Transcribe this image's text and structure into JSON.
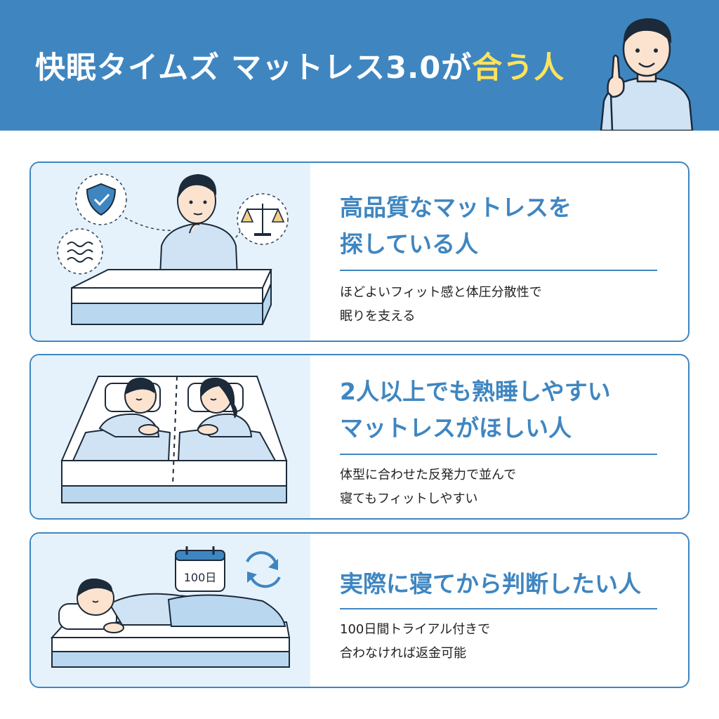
{
  "header": {
    "title_main": "快眠タイムズ マットレス3.0が",
    "title_highlight": "合う人"
  },
  "colors": {
    "header_bg": "#3f86c1",
    "highlight": "#ffe35c",
    "accent": "#3f86c1",
    "illustration_bg": "#e6f2fb"
  },
  "cards": [
    {
      "heading_lines": [
        "高品質なマットレスを",
        "探している人"
      ],
      "desc_lines": [
        "ほどよいフィット感と体圧分散性で",
        "眠りを支える"
      ],
      "icons": [
        "shield-check-icon",
        "waves-icon",
        "scales-icon"
      ]
    },
    {
      "heading_lines": [
        "2人以上でも熟睡しやすい",
        "マットレスがほしい人"
      ],
      "desc_lines": [
        "体型に合わせた反発力で並んで",
        "寝てもフィットしやすい"
      ],
      "icons": []
    },
    {
      "heading_lines": [
        "実際に寝てから判断したい人"
      ],
      "desc_lines": [
        "100日間トライアル付きで",
        "合わなければ返金可能"
      ],
      "icons": [
        "calendar-icon",
        "refresh-icon"
      ],
      "calendar_label": "100日"
    }
  ]
}
